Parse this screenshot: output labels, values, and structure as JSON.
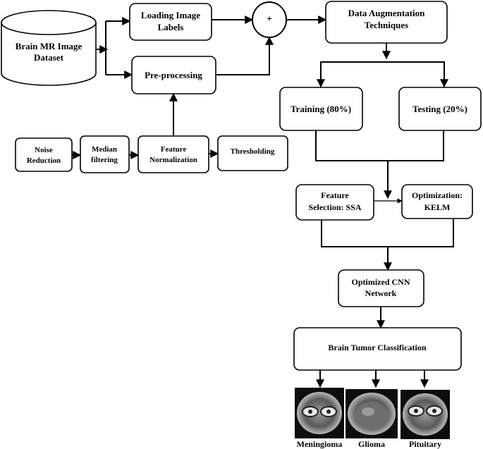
{
  "nodes": {
    "dataset": [
      "Brain MR Image",
      "Dataset"
    ],
    "loading_labels": [
      "Loading Image",
      "Labels"
    ],
    "preprocessing": "Pre-processing",
    "combine_symbol": "+",
    "augmentation": [
      "Data Augmentation",
      "Techniques"
    ],
    "training": "Training (80%)",
    "testing": "Testing (20%)",
    "noise_reduction": [
      "Noise",
      "Reduction"
    ],
    "median_filtering": [
      "Median",
      "filtering"
    ],
    "feature_normalization": [
      "Feature",
      "Normalization"
    ],
    "thresholding": "Thresholding",
    "feature_selection": [
      "Feature",
      "Selection: SSA"
    ],
    "optimization": [
      "Optimization:",
      "KELM"
    ],
    "optimized_cnn": [
      "Optimized CNN",
      "Network"
    ],
    "classification": "Brain Tumor Classification"
  },
  "classes": [
    "Meningioma",
    "Glioma",
    "Pituitary"
  ]
}
